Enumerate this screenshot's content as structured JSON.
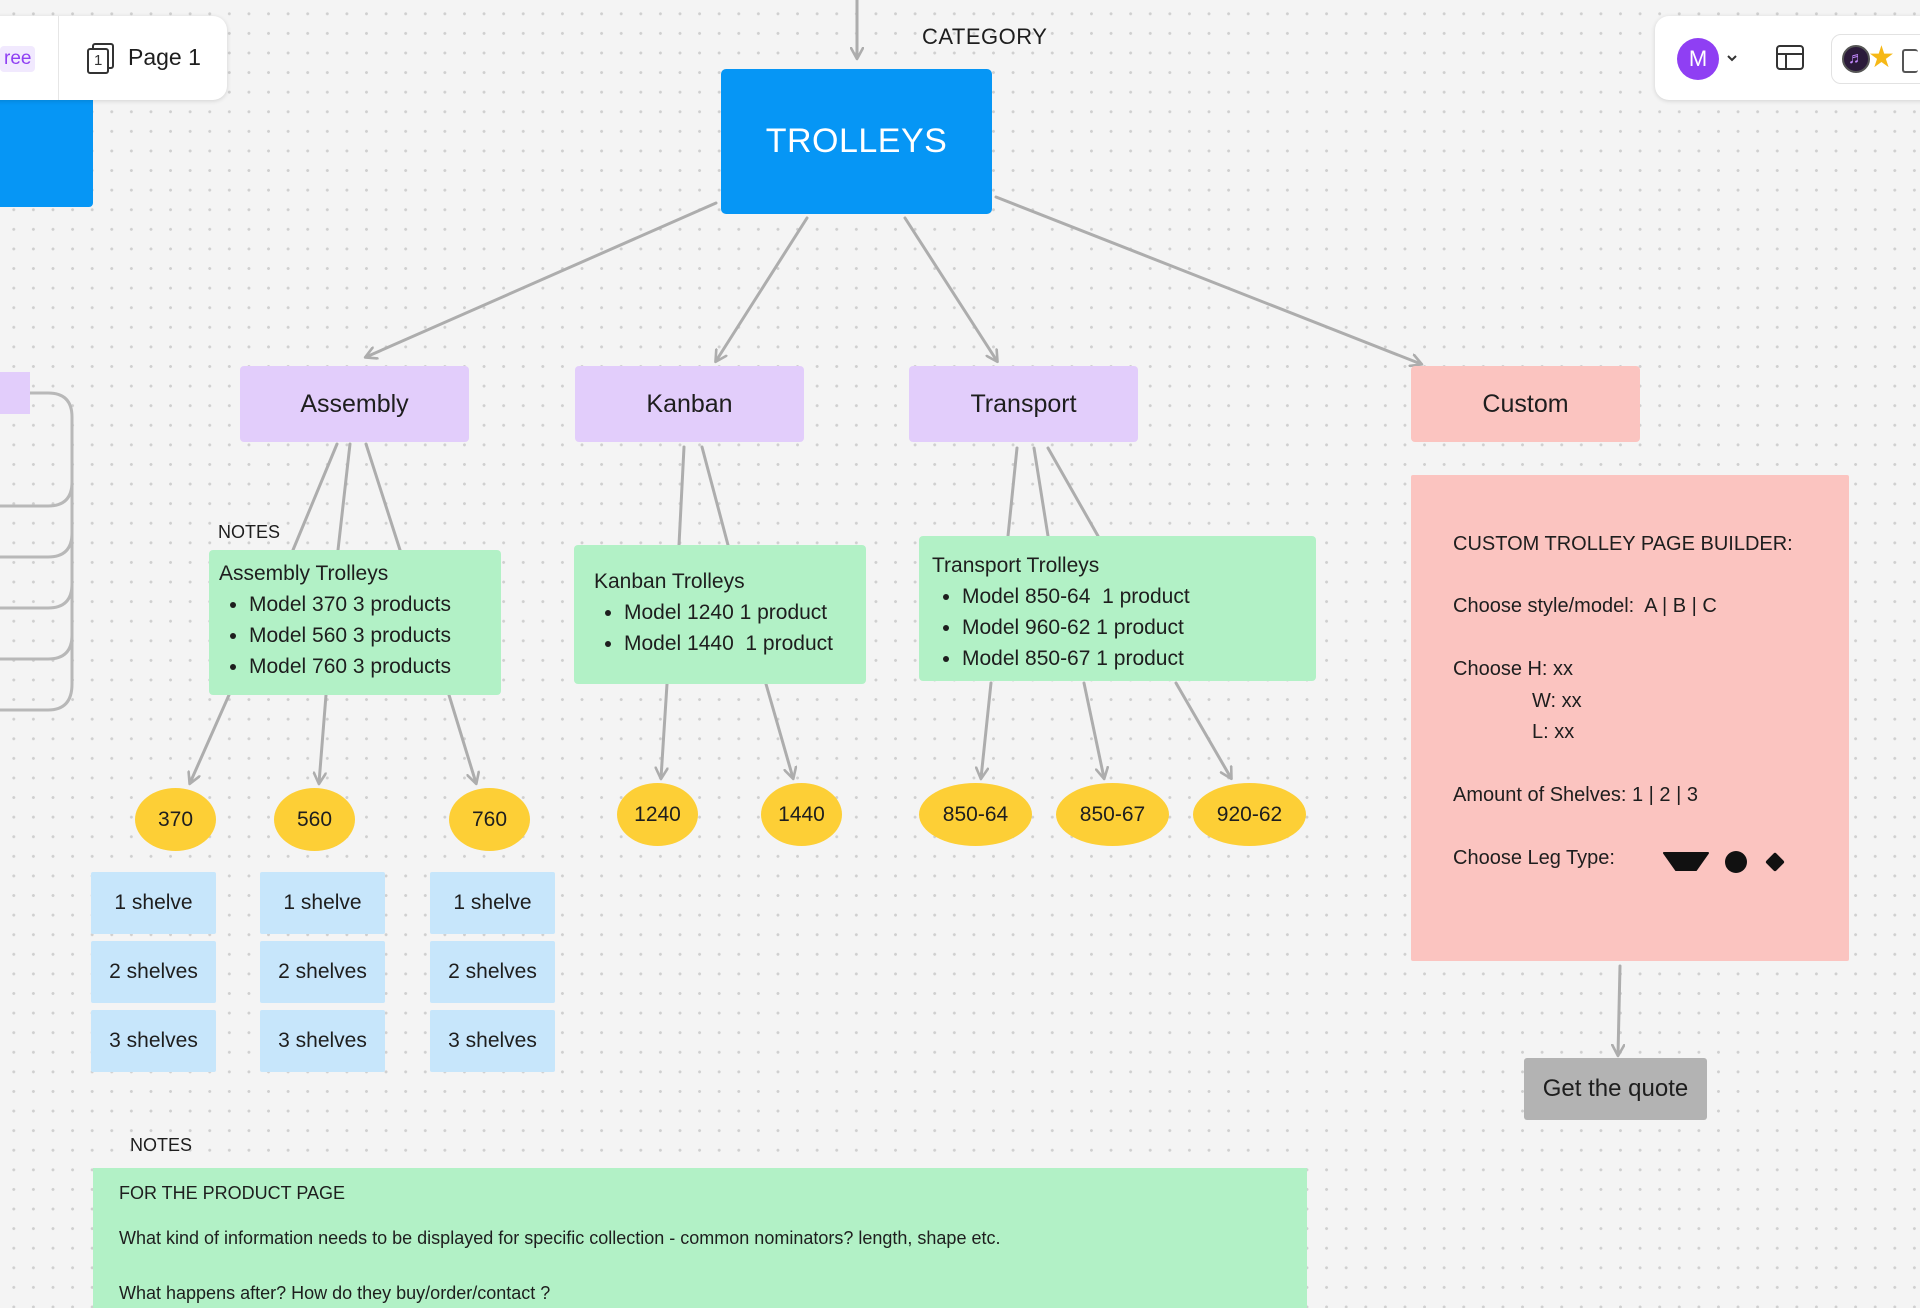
{
  "toolbar_left": {
    "badge": "ree",
    "page_number": "1",
    "page_label": "Page 1"
  },
  "toolbar_right": {
    "avatar_initial": "M",
    "avatar_color": "#8f3ff3"
  },
  "header_label": "CATEGORY",
  "root": {
    "label": "TROLLEYS",
    "color": "#0696f5"
  },
  "categories": [
    {
      "label": "Assembly",
      "color": "#e2cdfb"
    },
    {
      "label": "Kanban",
      "color": "#e2cdfb"
    },
    {
      "label": "Transport",
      "color": "#e2cdfb"
    },
    {
      "label": "Custom",
      "color": "#fbc4c0"
    }
  ],
  "notes_label_1": "NOTES",
  "notes_label_2": "NOTES",
  "assembly_note": {
    "title": "Assembly Trolleys",
    "items": [
      "Model 370 3 products",
      "Model 560 3 products",
      "Model 760 3 products"
    ]
  },
  "kanban_note": {
    "title": "Kanban Trolleys",
    "items": [
      "Model 1240 1 product",
      "Model 1440  1 product"
    ]
  },
  "transport_note": {
    "title": "Transport Trolleys",
    "items": [
      "Model 850-64  1 product",
      "Model 960-62 1 product",
      "Model 850-67 1 product"
    ]
  },
  "models": [
    "370",
    "560",
    "760",
    "1240",
    "1440",
    "850-64",
    "850-67",
    "920-62"
  ],
  "shelves": [
    "1 shelve",
    "2 shelves",
    "3 shelves"
  ],
  "custom_builder": {
    "title": "CUSTOM TROLLEY PAGE BUILDER:",
    "style": "Choose style/model:  A | B | C",
    "height": "Choose H: xx",
    "width": "W: xx",
    "length": "L: xx",
    "shelves": "Amount of Shelves: 1 | 2 | 3",
    "leg": "Choose Leg Type:"
  },
  "quote_button": "Get the quote",
  "bottom_note": {
    "heading": "FOR THE PRODUCT PAGE",
    "line1": "What kind of information needs to be displayed for specific collection - common nominators? length, shape etc.",
    "line2": "What happens after? How do they buy/order/contact ?"
  },
  "colors": {
    "note_green": "#b2f1c6",
    "oval_yellow": "#fdcf36",
    "shelf_blue": "#c7e6fb",
    "connector": "#b0b0b0"
  }
}
